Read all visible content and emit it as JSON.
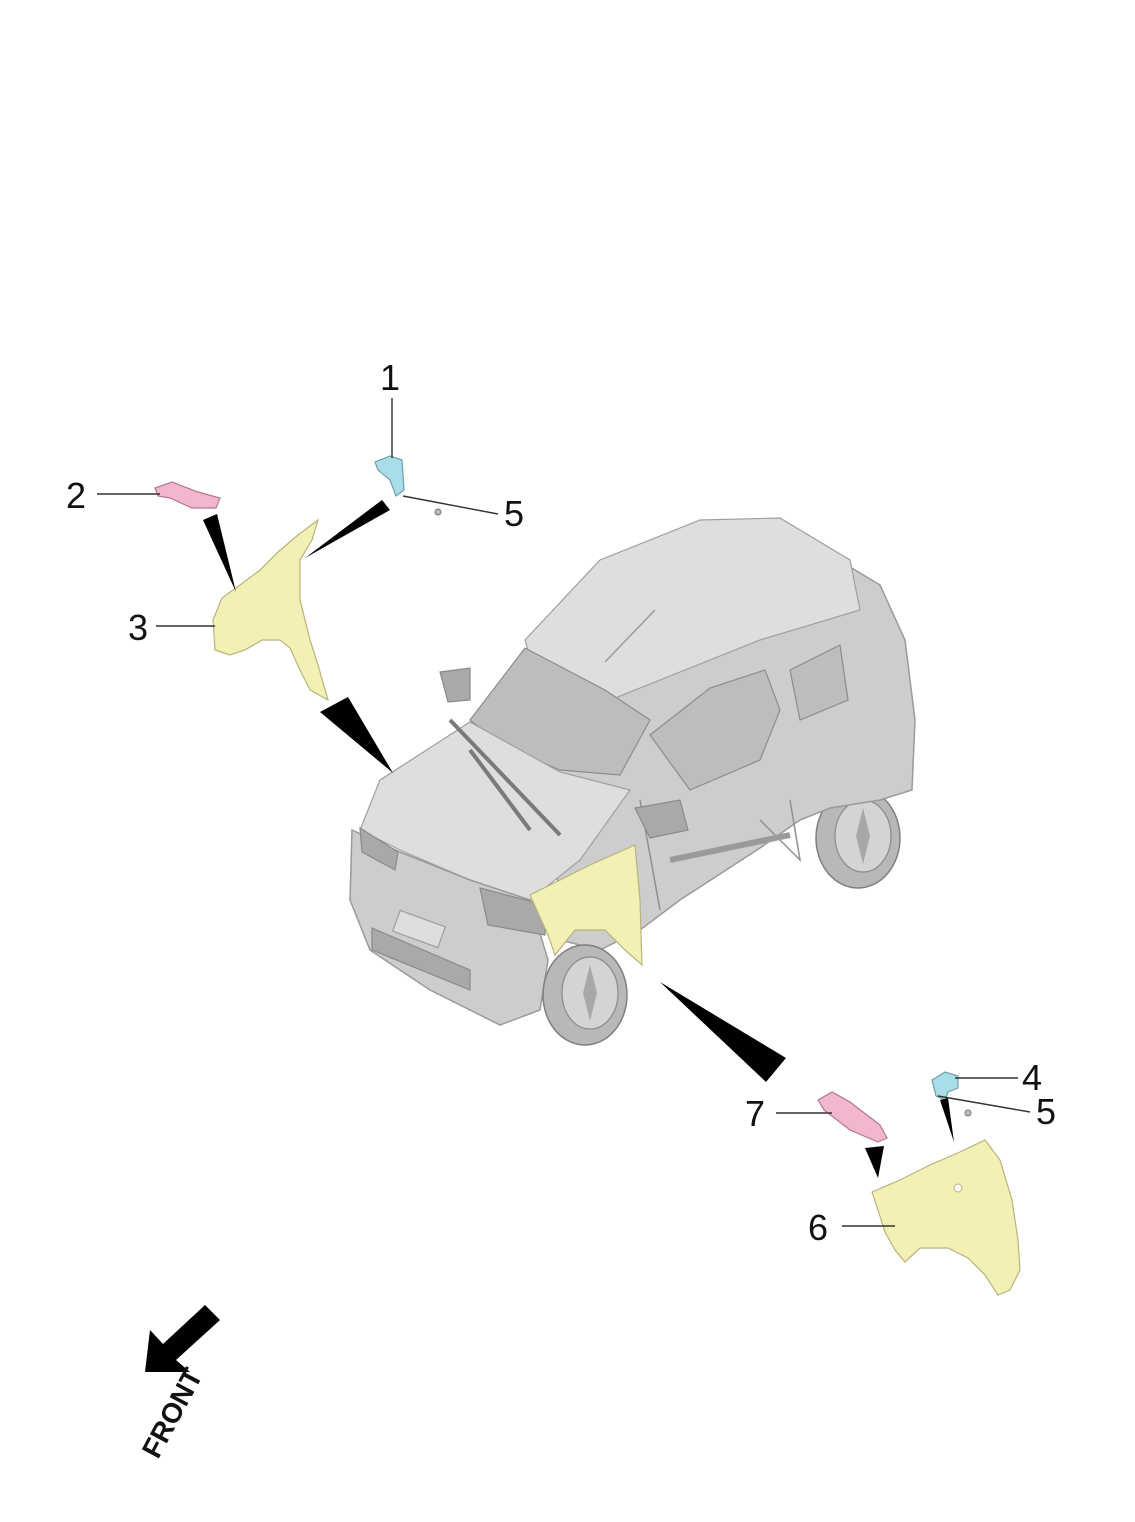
{
  "callouts": {
    "label_1": "1",
    "label_2": "2",
    "label_3": "3",
    "label_4": "4",
    "label_5_left": "5",
    "label_5_right": "5",
    "label_6": "6",
    "label_7": "7"
  },
  "orientation": {
    "front_label": "FRONT",
    "arrow_icon": "arrow-front-icon"
  },
  "colors": {
    "fender": "#f3f0b6",
    "bracket_pink": "#f2b6cf",
    "bracket_cyan": "#a9dde8",
    "car_body": "#cdcdcd"
  }
}
